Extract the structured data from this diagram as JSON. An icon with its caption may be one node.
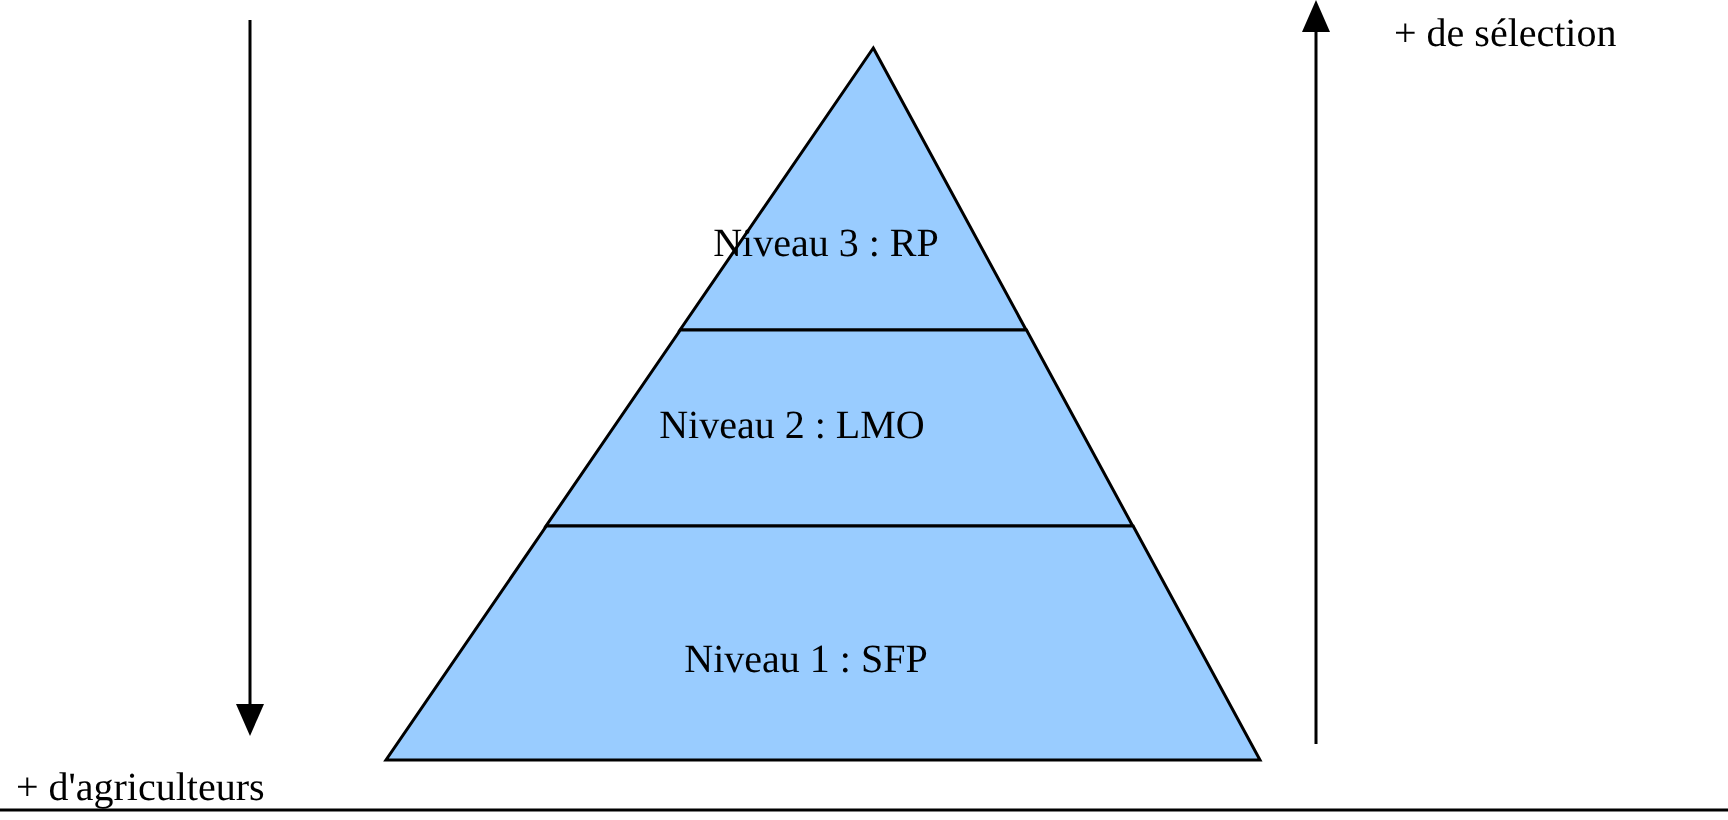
{
  "diagram": {
    "nodes": [
      {
        "text": [
          "Niveau 3 : RP"
        ]
      },
      {
        "text": [
          "Niveau 2 : LMO"
        ]
      },
      {
        "text": [
          "Niveau 1 : SFP"
        ]
      }
    ],
    "labels": [
      "+ de sélection",
      "+ d'agriculteurs"
    ]
  }
}
